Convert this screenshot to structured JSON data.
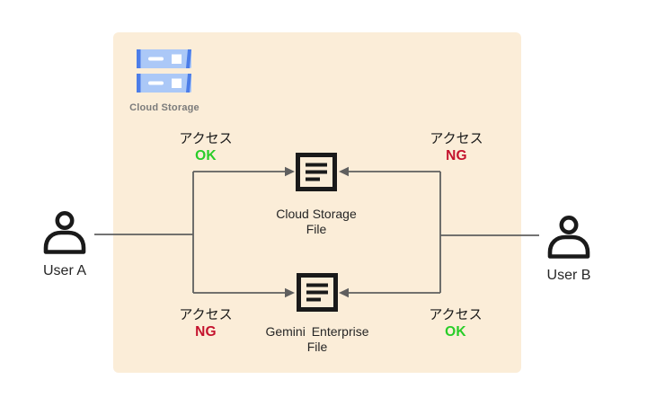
{
  "boundary": {
    "label": "Cloud Storage"
  },
  "users": [
    {
      "label": "User A"
    },
    {
      "label": "User B"
    }
  ],
  "files": [
    {
      "line1": "Cloud Storage",
      "line2": "File"
    },
    {
      "line1": "Gemini Enterprise",
      "line2": "File"
    }
  ],
  "access": {
    "top_left": {
      "label": "アクセス",
      "status": "OK"
    },
    "top_right": {
      "label": "アクセス",
      "status": "NG"
    },
    "bottom_left": {
      "label": "アクセス",
      "status": "NG"
    },
    "bottom_right": {
      "label": "アクセス",
      "status": "OK"
    }
  },
  "icons": {
    "boundary_icon": "cloud-storage-servers-icon",
    "user_icon": "person-icon",
    "file_icon": "document-file-icon"
  },
  "colors": {
    "ok": "#28cd28",
    "ng": "#c4122d",
    "box_bg": "#fbedd8",
    "line": "#5f5f5f",
    "icon": "#1a1a1a",
    "label_gray": "#7b7b7b",
    "user_text": "#262626",
    "storage_light": "#abc8f7",
    "storage_dark": "#4c7de8"
  }
}
